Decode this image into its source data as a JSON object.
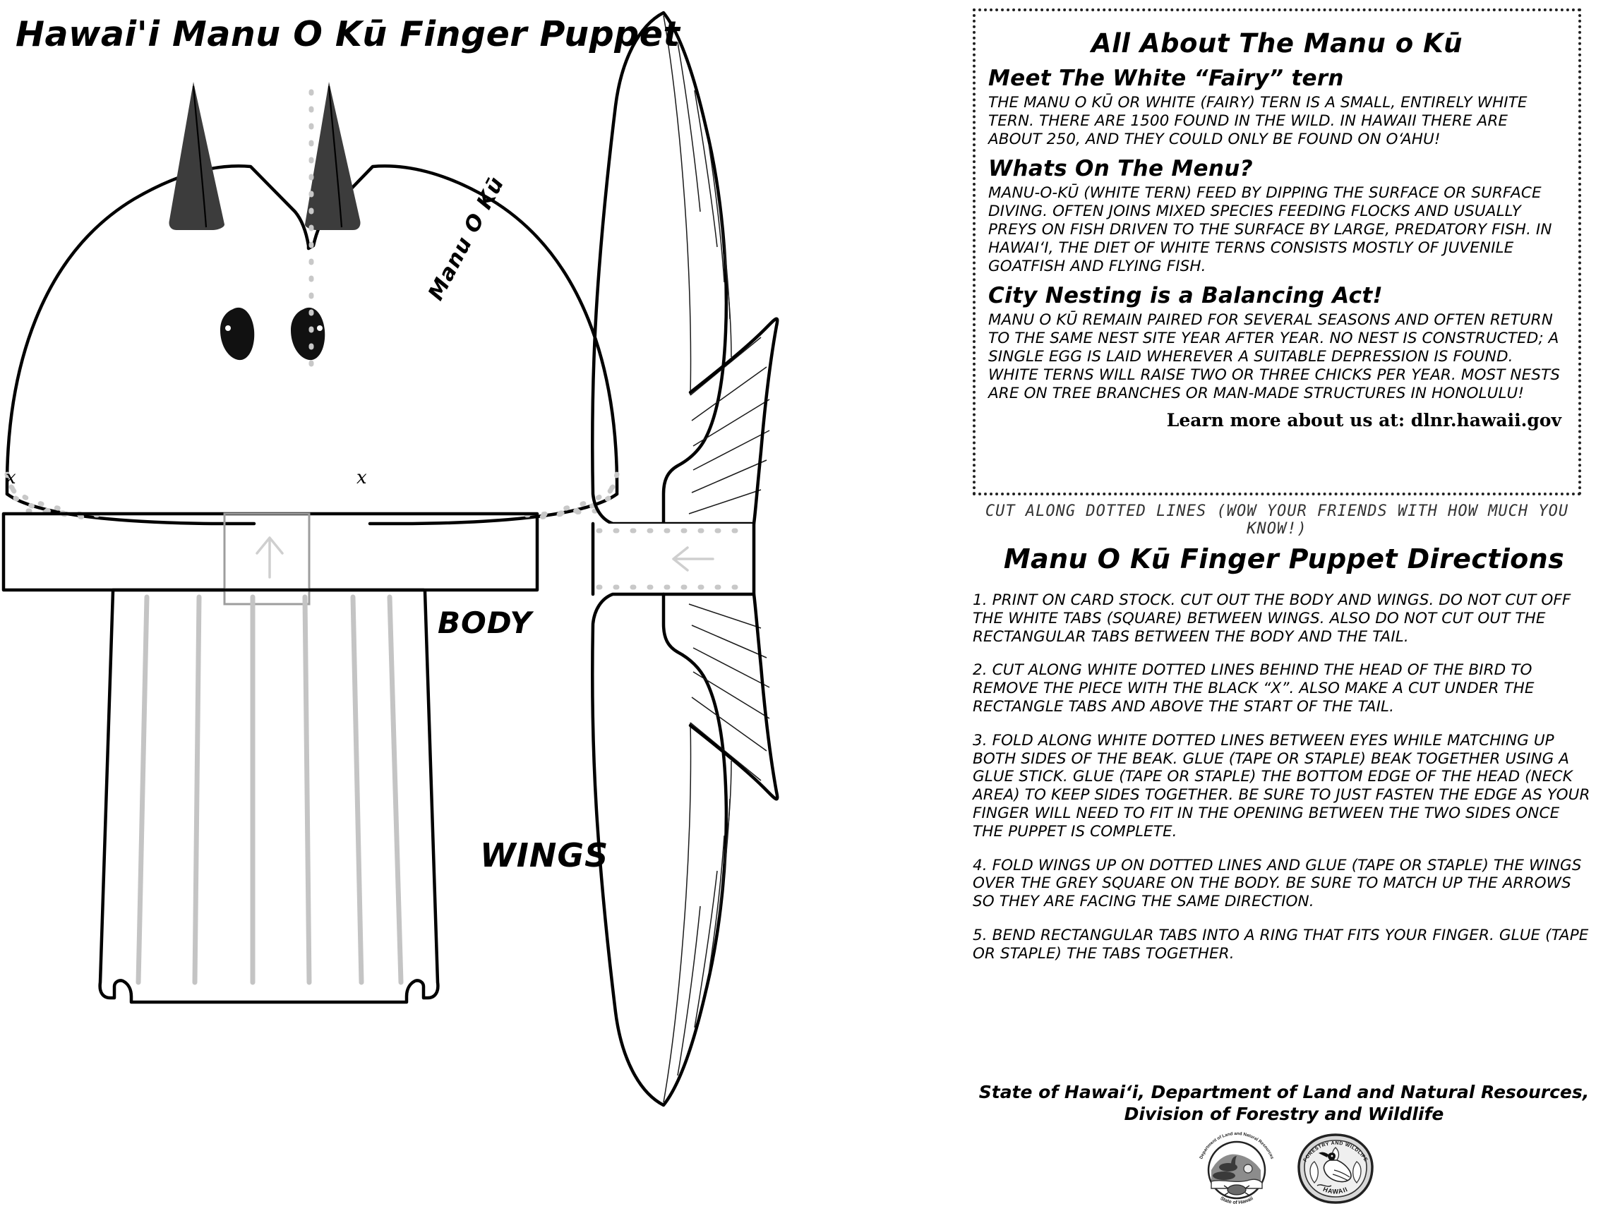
{
  "document": {
    "title": "Hawai'i Manu O Kū Finger Puppet"
  },
  "craft": {
    "title": "Hawai'i Manu O Kū Finger Puppet",
    "body_label": "BODY",
    "wings_label": "WINGS",
    "side_name": "Manu O Kū",
    "x_mark_left": "x",
    "x_mark_right": "x",
    "body_square_arrow": "arrow-up",
    "wing_square_arrow": "arrow-left"
  },
  "fact_box": {
    "heading": "All About The Manu o Kū",
    "sections": [
      {
        "heading": "Meet The White “Fairy” tern",
        "body": "The Manu O Kū or white (Fairy) tern is a small, entirely white tern. There are 1500 found in the wild. In Hawaii there are about 250, and they could only be found on Oʻahu!"
      },
      {
        "heading": "Whats On The Menu?",
        "body": "Manu-o-Kū (white tern) feed by dipping the surface or surface diving. Often joins mixed species feeding flocks and usually preys on fish driven to the surface by large, predatory fish. In Hawaiʻi, the diet of white terns consists mostly of juvenile goatfish and flying fish."
      },
      {
        "heading": "City Nesting is a Balancing Act!",
        "body": "Manu o Kū remain paired for several seasons and often return to the same nest site year after year. No nest is constructed; a single egg is laid wherever a suitable depression is found. White terns will raise two or three chicks per year. Most nests are on tree branches or man-made structures in Honolulu!"
      }
    ],
    "learn_more": "Learn more about us at: dlnr.hawaii.gov"
  },
  "cut_note": "Cut along dotted lines (wow your friends with how much you know!)",
  "directions": {
    "title": "Manu O Kū Finger Puppet Directions",
    "steps": [
      "1.   Print on card stock. Cut out the BODY and WINGS. DO NOT cut off the white tabs (square) between wings. Also do not cut out the rectangular tabs between the body and the tail.",
      "2.   Cut along white dotted lines behind the head of the bird to remove the piece with the black “X”. Also make a cut under the rectangle tabs and above the start of the tail.",
      "3.   Fold along white dotted lines between eyes while matching up both sides of the beak. Glue (tape or staple) beak together using a glue stick. Glue (tape or staple) the bottom edge of the head (neck area) to keep sides together. Be sure to just fasten the edge as your finger will need to fit in the opening between the two sides once the puppet is complete.",
      "4.   Fold wings up on dotted lines and glue (tape or staple) the wings over the grey square on the body. Be sure to match up the arrows so they are facing the same direction.",
      "5.   Bend rectangular tabs into a ring that fits your finger. Glue (tape or staple) the tabs together."
    ]
  },
  "agency": {
    "line1": "State of Hawaiʻi, Department of Land and Natural Resources,",
    "line2": "Division of Forestry and Wildlife"
  },
  "logos": [
    {
      "name": "dlnr-seal",
      "top_text": "Department of Land and Natural Resources",
      "bottom_text": "State of Hawaii"
    },
    {
      "name": "forestry-wildlife-shield",
      "top_text": "FORESTRY AND WILDLIFE",
      "bottom_text": "HAWAII"
    }
  ],
  "colors": {
    "ink": "#000000",
    "beak_gray": "#3c3c3c",
    "fold_dot_gray": "#c8c8c8",
    "feather_gray": "#c4c4c4",
    "tab_gray": "#a0a0a0"
  }
}
